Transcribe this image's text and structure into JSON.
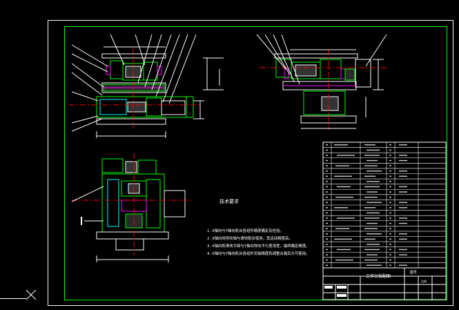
{
  "drawing": {
    "tech_req_title": "技术要求",
    "tech_req": [
      "1. X轴向与Y轴向机台各组件精度确定及检验。",
      "2. X轴向用导向轴与滑块配合使用，其运动精度高。",
      "3. X轴向和滑块平面与Y轴向导向平行度误差，最终确定精度。",
      "4. X轴向与Y轴向机台各组件安装精度和调整合格后方可使用。"
    ],
    "title_block": {
      "drawing_name": "工作台装配图",
      "label_a": "图号",
      "label_b": "比例"
    }
  },
  "colors": {
    "background": "#000000",
    "frame": "#ffffff",
    "border": "#00ff00",
    "part": "#00ff00",
    "hidden": "#00ffff",
    "section": "#ff00ff",
    "center": "#ff0000",
    "dim": "#ffffff",
    "accent": "#ffff00"
  },
  "ucs": {
    "icon": "ucs-x-icon"
  }
}
